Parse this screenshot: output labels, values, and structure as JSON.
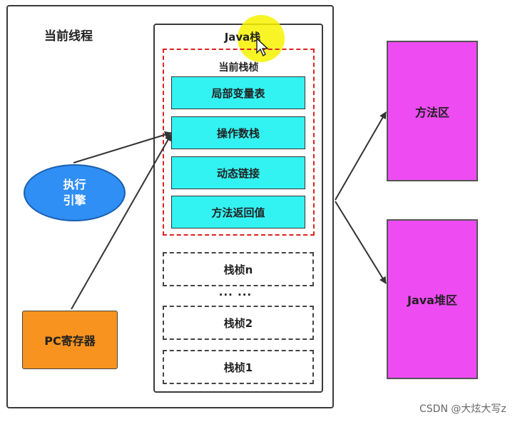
{
  "thread": {
    "title": "当前线程"
  },
  "stack": {
    "title": "Java栈"
  },
  "current_frame": {
    "title": "当前栈桢",
    "items": [
      "局部变量表",
      "操作数栈",
      "动态链接",
      "方法返回值"
    ]
  },
  "other_frames": [
    "栈桢n",
    "栈桢2",
    "栈桢1"
  ],
  "ellipsis": "··· ···",
  "engine": {
    "line1": "执行",
    "line2": "引擎"
  },
  "pc_register": "PC寄存器",
  "method_area": "方法区",
  "heap_area": "Java堆区",
  "watermark": "CSDN @大炫大写z",
  "colors": {
    "frame_item": "#33f2f2",
    "engine": "#2f8ff4",
    "pc_register": "#f7931e",
    "memory_area": "#ef4bf2",
    "frame_border": "#dd2222",
    "highlight": "#f7f200"
  }
}
